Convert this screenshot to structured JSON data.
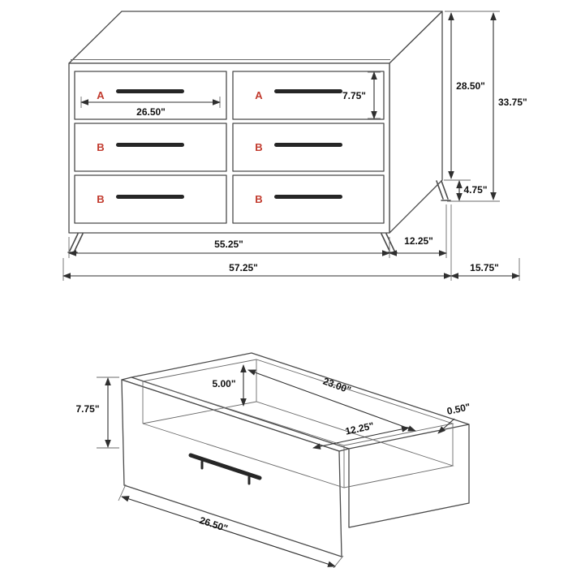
{
  "title": "dresser-and-drawer-dimension-diagram",
  "colors": {
    "line": "#4a4a4a",
    "dimension_line": "#2f2f2f",
    "drawer_letter": "#c23b2e",
    "handle": "#262626",
    "background": "#ffffff"
  },
  "dresser_view": {
    "drawers": [
      {
        "letter": "A"
      },
      {
        "letter": "A"
      },
      {
        "letter": "B"
      },
      {
        "letter": "B"
      },
      {
        "letter": "B"
      },
      {
        "letter": "B"
      }
    ],
    "dims": {
      "drawer_width": "26.50\"",
      "drawer_height": "7.75\"",
      "case_height": "28.50\"",
      "overall_height": "33.75\"",
      "leg_height": "4.75\"",
      "front_width": "55.25\"",
      "side_depth": "12.25\"",
      "overall_width": "57.25\"",
      "overall_depth": "15.75\""
    }
  },
  "drawer_view": {
    "dims": {
      "front_height": "7.75\"",
      "inner_height": "5.00\"",
      "inner_length": "23.00\"",
      "inner_depth": "12.25\"",
      "panel_thickness": "0.50\"",
      "front_width": "26.50\""
    }
  }
}
